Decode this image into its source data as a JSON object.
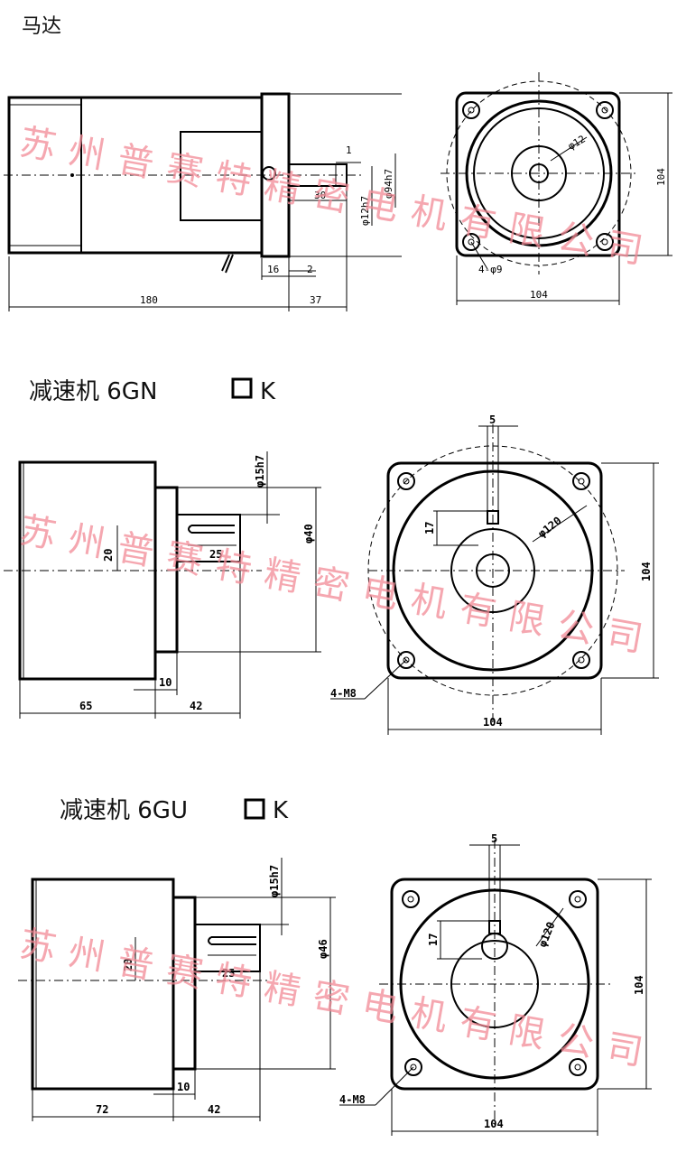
{
  "motor": {
    "title": "马达",
    "dims": {
      "len_180": "180",
      "len_37": "37",
      "len_30": "30",
      "len_16": "16",
      "len_2": "2",
      "len_1": "1",
      "d_94h7": "φ94h7",
      "d_12h7": "φ12h7",
      "front_width": "104",
      "front_height": "104",
      "bolt_circle": "φ12",
      "holes": "4-φ9"
    }
  },
  "gear_gn": {
    "title": "减速机  6GN",
    "suffix": "K",
    "dims": {
      "d_15h7": "φ15h7",
      "d_40": "φ40",
      "len_20": "20",
      "len_25": "25",
      "len_10": "10",
      "len_65": "65",
      "len_42": "42",
      "key_5": "5",
      "key_17": "17",
      "pcd_120": "φ120",
      "front_width": "104",
      "front_height": "104",
      "holes": "4-M8"
    }
  },
  "gear_gu": {
    "title": "减速机  6GU",
    "suffix": "K",
    "dims": {
      "d_15h7": "φ15h7",
      "d_46": "φ46",
      "len_20": "20",
      "len_25": "25",
      "len_10": "10",
      "len_72": "72",
      "len_42": "42",
      "key_5": "5",
      "key_17": "17",
      "pcd_120": "φ120",
      "front_width": "104",
      "front_height": "104",
      "holes": "4-M8"
    }
  },
  "watermark": "苏州普赛特精密电机有限公司"
}
